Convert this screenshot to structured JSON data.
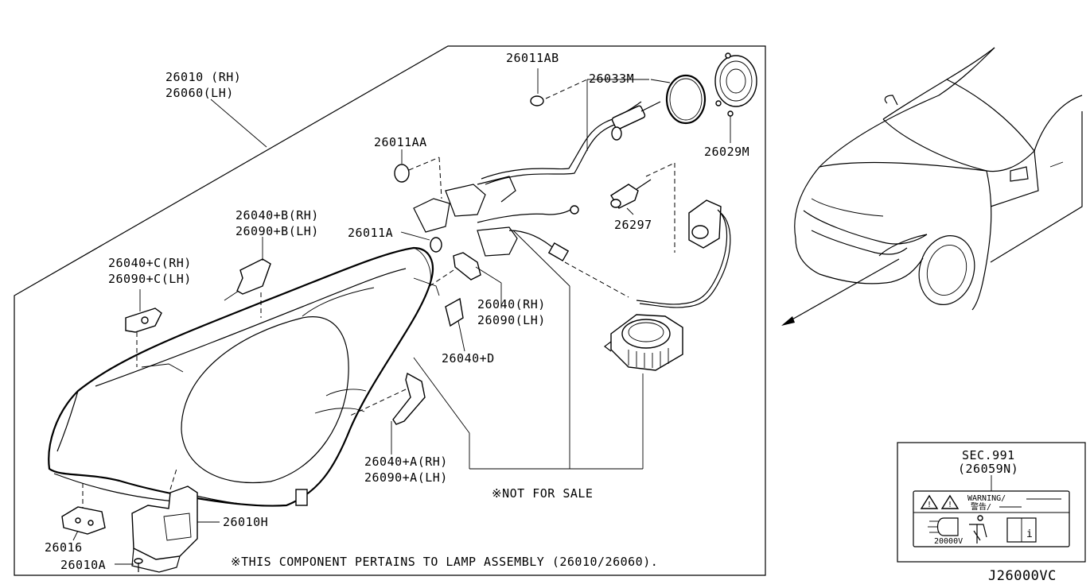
{
  "diagram_id": "J26000VC",
  "labels": {
    "p26010_rh": "26010 (RH)",
    "p26060_lh": "26060(LH)",
    "p26011ab": "26011AB",
    "p26033m": "26033M",
    "p26029m": "26029M",
    "p26011aa": "26011AA",
    "p26011a": "26011A",
    "p26297": "26297",
    "p26040b_rh": "26040+B(RH)",
    "p26090b_lh": "26090+B(LH)",
    "p26040c_rh": "26040+C(RH)",
    "p26090c_lh": "26090+C(LH)",
    "p26040_rh": "26040(RH)",
    "p26090_lh": "26090(LH)",
    "p26040d": "26040+D",
    "p26040a_rh": "26040+A(RH)",
    "p26090a_lh": "26090+A(LH)",
    "p26010h": "26010H",
    "p26016": "26016",
    "p26010a": "26010A"
  },
  "notes": {
    "not_for_sale": "※NOT FOR SALE",
    "pertains": "※THIS COMPONENT PERTAINS TO LAMP ASSEMBLY (26010/26060)."
  },
  "inset": {
    "sec": "SEC.991",
    "part": "(26059N)",
    "warning": "WARNING/",
    "warning_jp": "警告/",
    "voltage": "20000V"
  }
}
